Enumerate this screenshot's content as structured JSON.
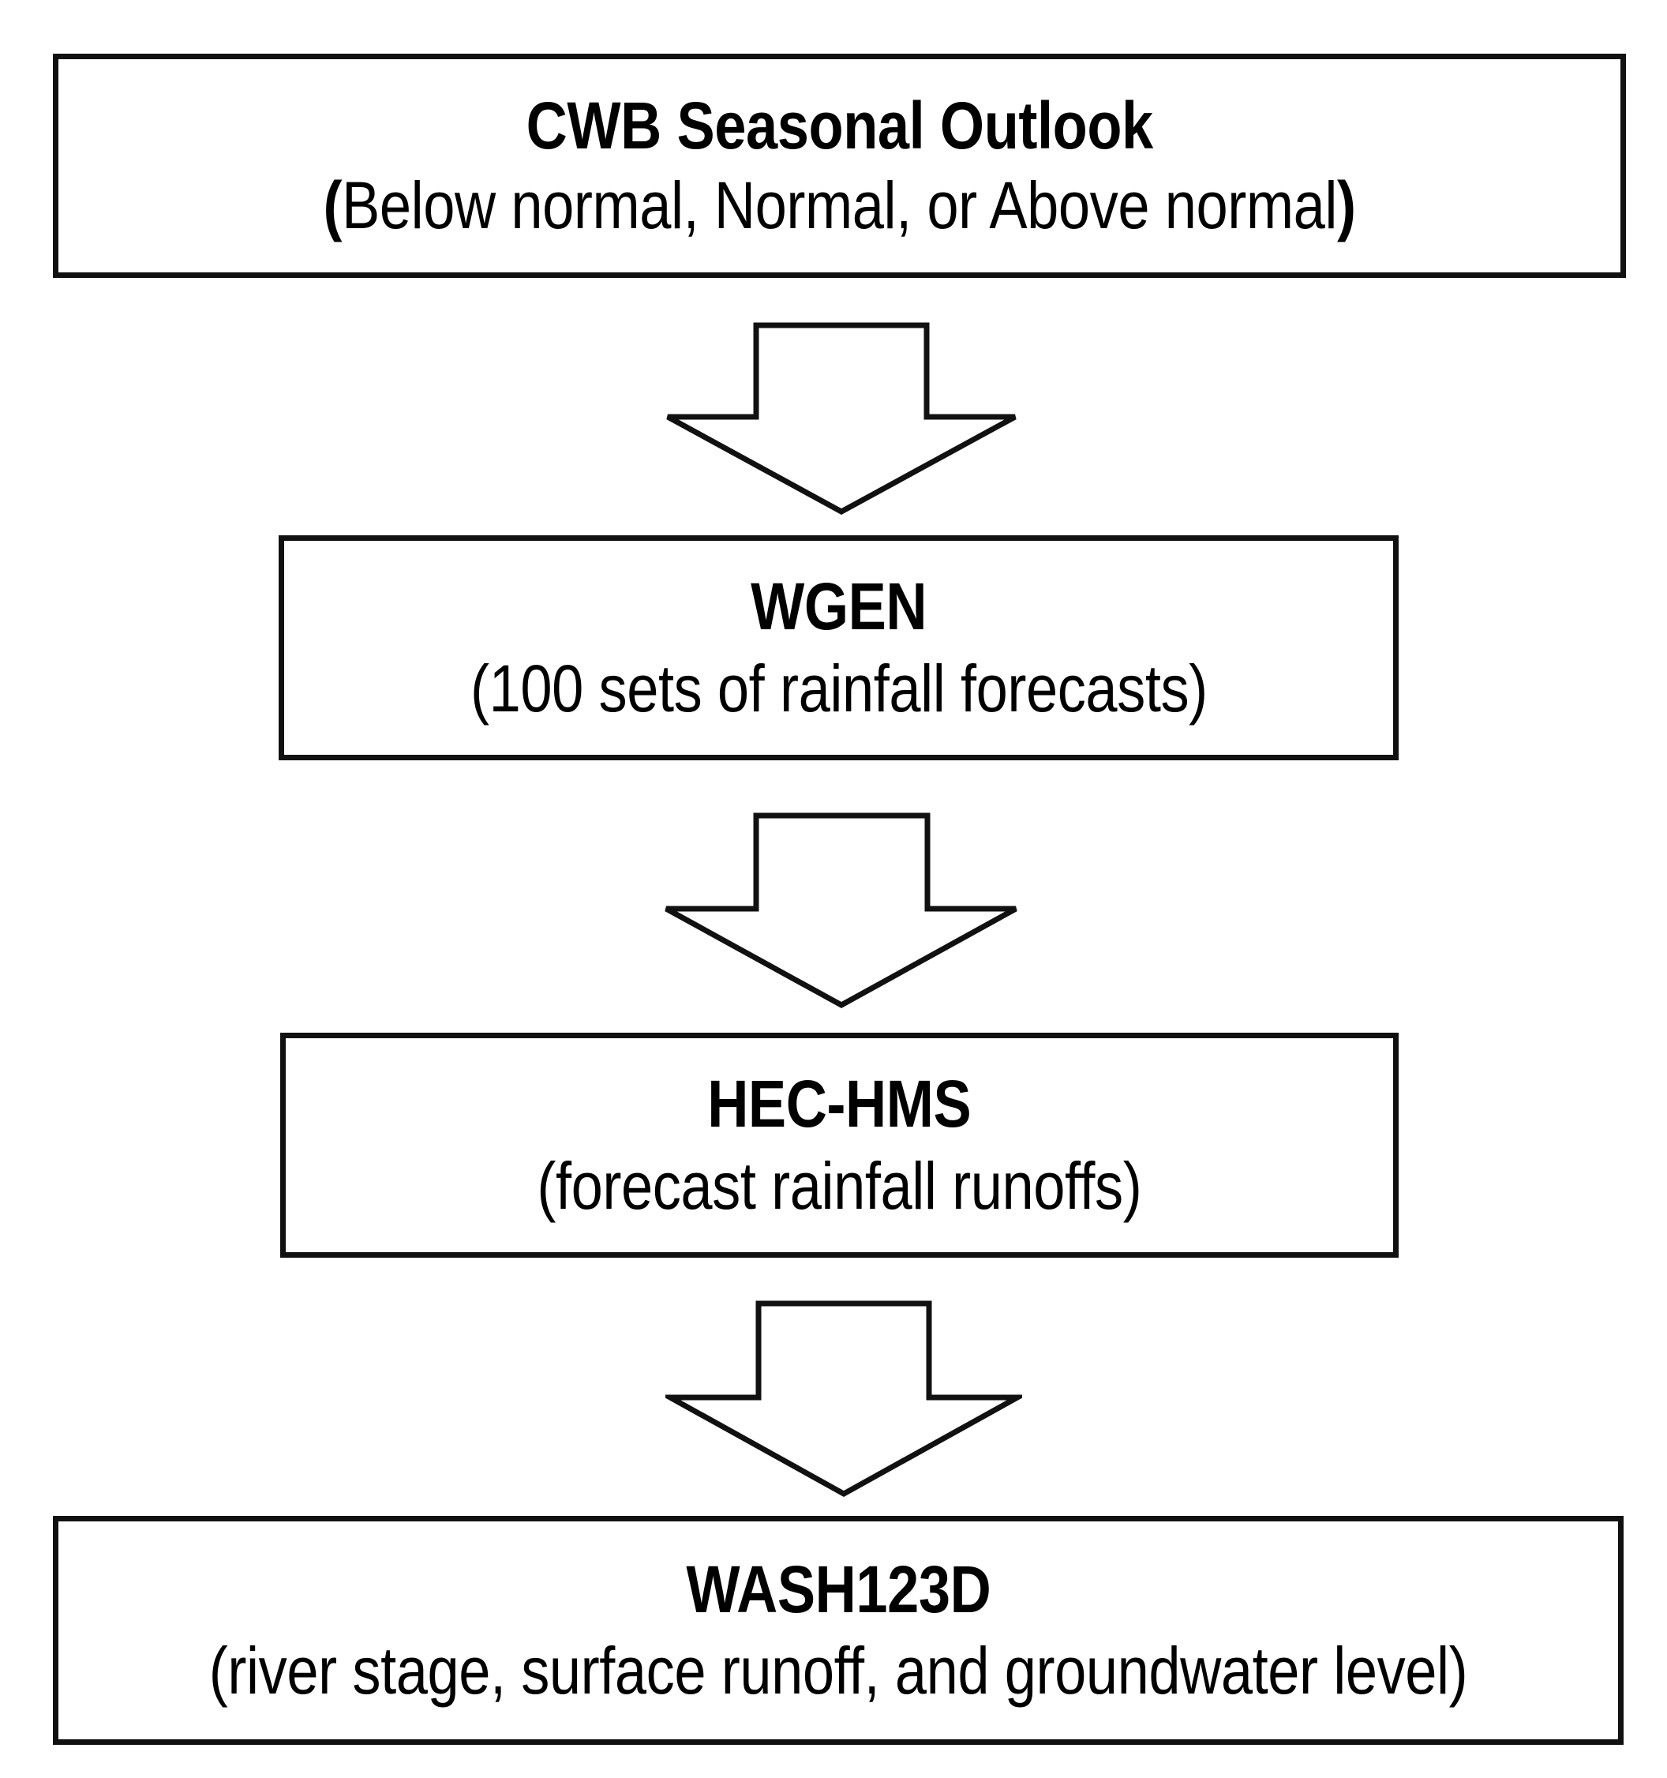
{
  "diagram": {
    "title": "Seasonal forecasting model chain flowchart",
    "orientation": "top-to-bottom",
    "background_color": "#ffffff",
    "line_color": "#111111",
    "text_color": "#000000",
    "nodes": [
      {
        "id": "cwb-seasonal-outlook",
        "title": "CWB Seasonal Outlook",
        "subtitle_open_paren": "(",
        "subtitle_text": "Below normal, Normal, or Above normal",
        "subtitle_close_paren": ")"
      },
      {
        "id": "wgen",
        "title": "WGEN",
        "subtitle_open_paren": "(",
        "subtitle_text": "100 sets of rainfall forecasts",
        "subtitle_close_paren": ")"
      },
      {
        "id": "hec-hms",
        "title": "HEC-HMS",
        "subtitle_open_paren": "(",
        "subtitle_text": "forecast rainfall runoffs",
        "subtitle_close_paren": ")"
      },
      {
        "id": "wash123d",
        "title": "WASH123D",
        "subtitle_open_paren": "(",
        "subtitle_text": "river stage, surface runoff, and groundwater level",
        "subtitle_close_paren": ")"
      }
    ],
    "connectors": [
      {
        "id": "arrow-outlook-to-wgen",
        "icon": "down-block-arrow-icon",
        "from": "cwb-seasonal-outlook",
        "to": "wgen"
      },
      {
        "id": "arrow-wgen-to-hechms",
        "icon": "down-block-arrow-icon",
        "from": "wgen",
        "to": "hec-hms"
      },
      {
        "id": "arrow-hechms-to-wash123d",
        "icon": "down-block-arrow-icon",
        "from": "hec-hms",
        "to": "wash123d"
      }
    ]
  }
}
